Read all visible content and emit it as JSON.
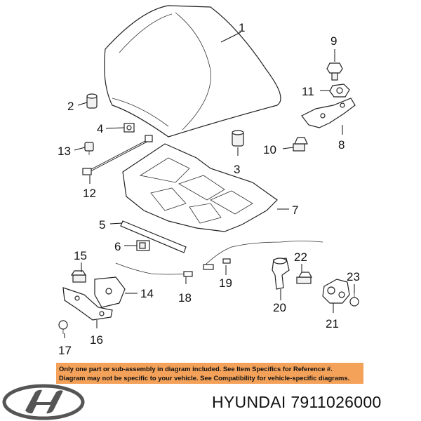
{
  "callouts": [
    "1",
    "2",
    "3",
    "4",
    "5",
    "6",
    "7",
    "8",
    "9",
    "10",
    "11",
    "12",
    "13",
    "14",
    "15",
    "16",
    "17",
    "18",
    "19",
    "20",
    "21",
    "22",
    "23"
  ],
  "notice": {
    "line1": "Only one part or sub-assembly in diagram included. See Item Specifics for Reference #.",
    "line2": "Diagram may not be specific to your vehicle. See Compatibility for vehicle-specific diagrams."
  },
  "caption": {
    "brand": "HYUNDAI",
    "part_number": "7911026000"
  },
  "logo": {
    "name": "hyundai-logo"
  },
  "colors": {
    "notice_bg": "#f4a25a",
    "line": "#111111",
    "background": "#ffffff"
  }
}
